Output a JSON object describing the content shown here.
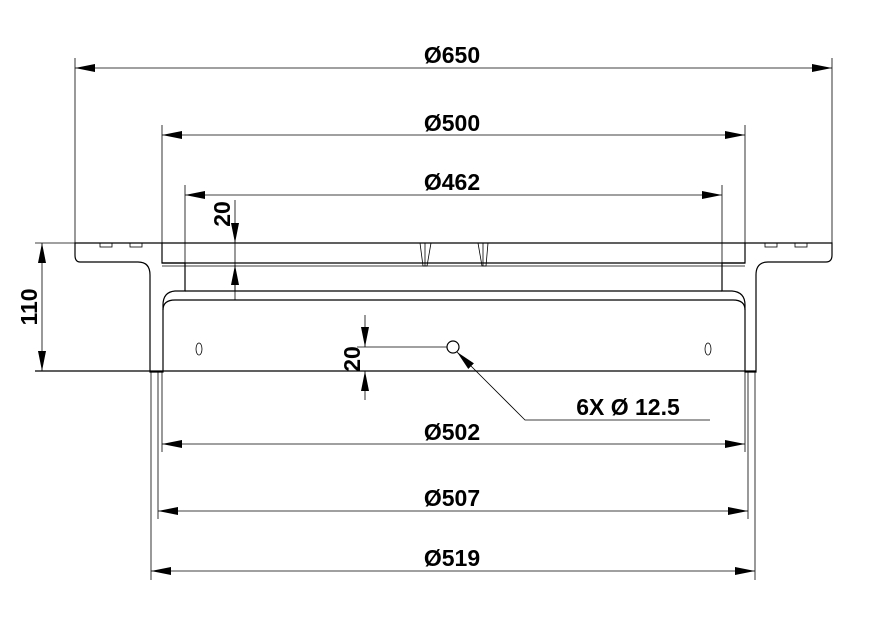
{
  "drawing": {
    "dimensions": {
      "d650": "Ø650",
      "d500": "Ø500",
      "d462": "Ø462",
      "d502": "Ø502",
      "d507": "Ø507",
      "d519": "Ø519",
      "height_total": "110",
      "flange_depth": "20",
      "hole_height": "20",
      "holes": "6X Ø 12.5"
    },
    "colors": {
      "line": "#000000",
      "background": "#ffffff"
    }
  }
}
